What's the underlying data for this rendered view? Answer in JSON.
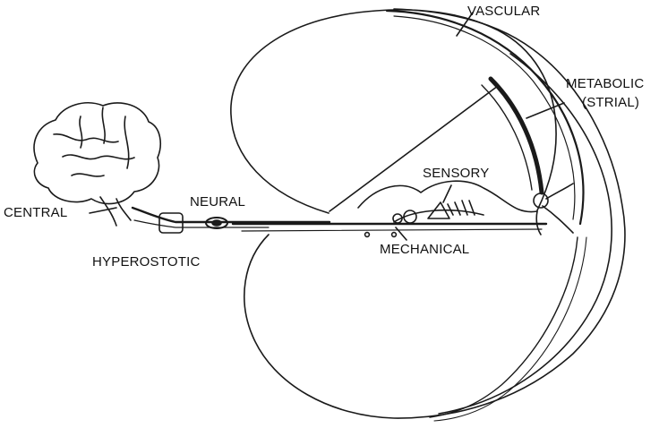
{
  "labels": {
    "vascular": "VASCULAR",
    "metabolic": "METABOLIC",
    "strial": "(STRIAL)",
    "sensory": "SENSORY",
    "neural": "NEURAL",
    "central": "CENTRAL",
    "hyperostotic": "HYPEROSTOTIC",
    "mechanical": "MECHANICAL"
  },
  "colors": {
    "line": "#1a1a1a",
    "background": "#ffffff"
  }
}
